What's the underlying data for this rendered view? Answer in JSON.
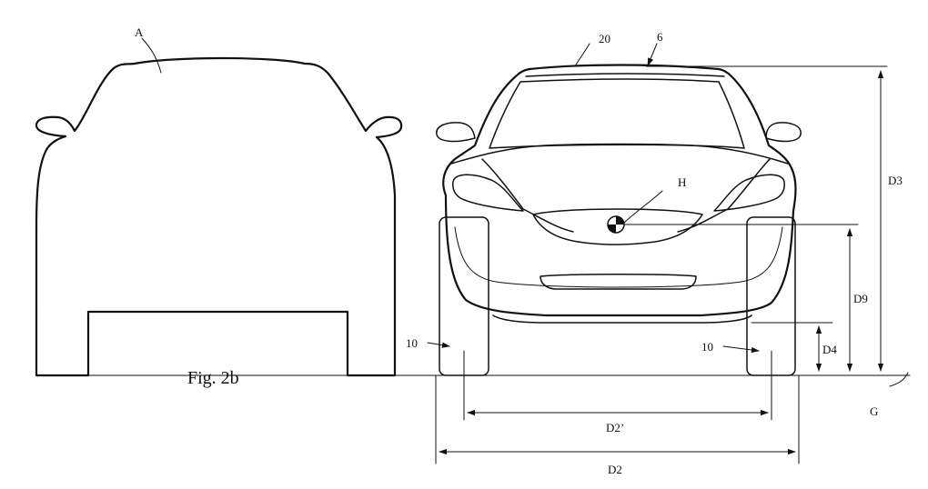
{
  "figure": {
    "caption": "Fig. 2b",
    "labels": {
      "silhouette_ref": "A",
      "roof_ref": "20",
      "top_ref": "6",
      "center_ref": "H",
      "wheel_left_ref": "10",
      "wheel_right_ref": "10",
      "ground_ref": "G",
      "dim_height": "D3",
      "dim_center_height": "D9",
      "dim_clearance": "D4",
      "dim_inner_track": "D2’",
      "dim_outer_width": "D2"
    }
  }
}
